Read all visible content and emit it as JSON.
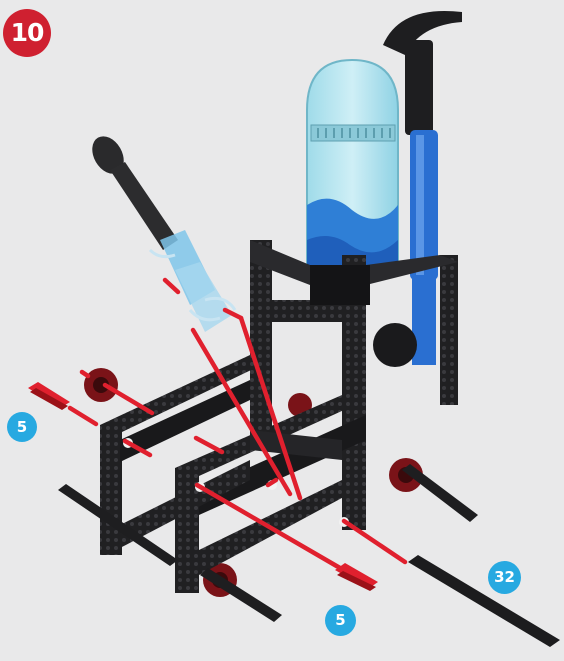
{
  "step": {
    "number": "10"
  },
  "callouts": [
    {
      "id": "red-axle-pins-left",
      "quantity": "5"
    },
    {
      "id": "long-black-axle",
      "quantity": "32"
    },
    {
      "id": "red-axle-pins-bottom",
      "quantity": "5"
    }
  ],
  "colors": {
    "background": "#e9e9ea",
    "step_badge": "#cf2030",
    "quantity_badge": "#27a9e1",
    "frame": "#1c1c1e",
    "indicator_line": "#e0202e",
    "water": "#7fd0e6",
    "tube": "#2a6fd1"
  }
}
